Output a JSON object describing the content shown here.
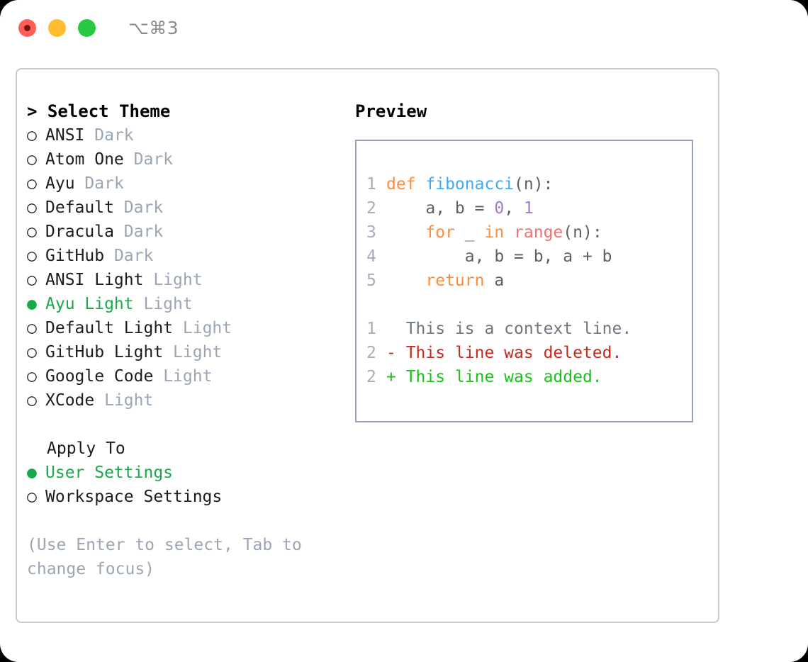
{
  "titlebar": {
    "shortcut": "⌥⌘3",
    "lights": [
      {
        "name": "close",
        "color": "#ff5f57"
      },
      {
        "name": "minimize",
        "color": "#febc2e"
      },
      {
        "name": "maximize",
        "color": "#28c840"
      }
    ]
  },
  "theme_panel": {
    "header": "> Select Theme",
    "selected_marker": "●",
    "unselected_marker": "○",
    "accent_color": "#17a94a",
    "items": [
      {
        "marker": "○",
        "name": "ANSI",
        "variant": "Dark",
        "selected": false
      },
      {
        "marker": "○",
        "name": "Atom One",
        "variant": "Dark",
        "selected": false
      },
      {
        "marker": "○",
        "name": "Ayu",
        "variant": "Dark",
        "selected": false
      },
      {
        "marker": "○",
        "name": "Default",
        "variant": "Dark",
        "selected": false
      },
      {
        "marker": "○",
        "name": "Dracula",
        "variant": "Dark",
        "selected": false
      },
      {
        "marker": "○",
        "name": "GitHub",
        "variant": "Dark",
        "selected": false
      },
      {
        "marker": "○",
        "name": "ANSI Light",
        "variant": "Light",
        "selected": false
      },
      {
        "marker": "●",
        "name": "Ayu Light",
        "variant": "Light",
        "selected": true
      },
      {
        "marker": "○",
        "name": "Default Light",
        "variant": "Light",
        "selected": false
      },
      {
        "marker": "○",
        "name": "GitHub Light",
        "variant": "Light",
        "selected": false
      },
      {
        "marker": "○",
        "name": "Google Code",
        "variant": "Light",
        "selected": false
      },
      {
        "marker": "○",
        "name": "XCode",
        "variant": "Light",
        "selected": false
      }
    ]
  },
  "apply_to": {
    "header": "Apply To",
    "items": [
      {
        "marker": "●",
        "label": "User Settings",
        "selected": true
      },
      {
        "marker": "○",
        "label": "Workspace Settings",
        "selected": false
      }
    ]
  },
  "hint": "(Use Enter to select, Tab to change focus)",
  "preview": {
    "title": "Preview",
    "code": [
      {
        "lineno": "1",
        "tokens": [
          {
            "t": "def ",
            "c": "kw"
          },
          {
            "t": "fibonacci",
            "c": "fn"
          },
          {
            "t": "(n):",
            "c": "pl"
          }
        ]
      },
      {
        "lineno": "2",
        "tokens": [
          {
            "t": "    a, b = ",
            "c": "pl"
          },
          {
            "t": "0",
            "c": "num"
          },
          {
            "t": ", ",
            "c": "pl"
          },
          {
            "t": "1",
            "c": "num"
          }
        ]
      },
      {
        "lineno": "3",
        "tokens": [
          {
            "t": "    ",
            "c": "pl"
          },
          {
            "t": "for",
            "c": "kw"
          },
          {
            "t": " _ ",
            "c": "pl"
          },
          {
            "t": "in",
            "c": "kw"
          },
          {
            "t": " ",
            "c": "pl"
          },
          {
            "t": "range",
            "c": "bi"
          },
          {
            "t": "(n):",
            "c": "pl"
          }
        ]
      },
      {
        "lineno": "4",
        "tokens": [
          {
            "t": "        a, b = b, a + b",
            "c": "pl"
          }
        ]
      },
      {
        "lineno": "5",
        "tokens": [
          {
            "t": "    ",
            "c": "pl"
          },
          {
            "t": "return",
            "c": "kw"
          },
          {
            "t": " a",
            "c": "pl"
          }
        ]
      }
    ],
    "diff": [
      {
        "lineno": "1",
        "prefix": "  ",
        "text": "This is a context line.",
        "kind": "ctx"
      },
      {
        "lineno": "2",
        "prefix": "- ",
        "text": "This line was deleted.",
        "kind": "del"
      },
      {
        "lineno": "2",
        "prefix": "+ ",
        "text": "This line was added.",
        "kind": "add"
      }
    ],
    "colors": {
      "keyword": "#fa8d3e",
      "function": "#3fa9f5",
      "number": "#a37acc",
      "builtin": "#f07171",
      "plain": "#5c6166",
      "lineno": "#a7adb8",
      "diff_context": "#6e7781",
      "diff_deleted": "#c42b1c",
      "diff_added": "#18c218"
    }
  }
}
